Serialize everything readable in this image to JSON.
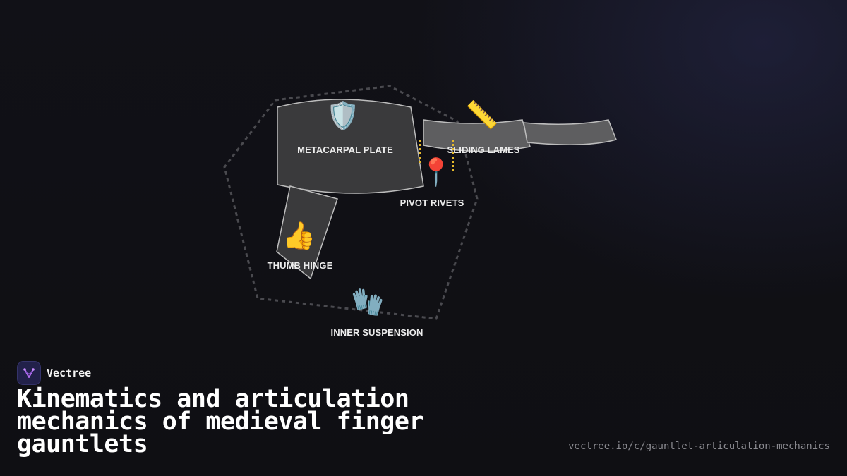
{
  "diagram": {
    "parts": [
      {
        "id": "metacarpal",
        "label": "METACARPAL PLATE",
        "icon": "shield-icon",
        "glyph": "🛡️"
      },
      {
        "id": "lames",
        "label": "SLIDING LAMES",
        "icon": "ruler-icon",
        "glyph": "📏"
      },
      {
        "id": "rivets",
        "label": "PIVOT RIVETS",
        "icon": "pushpin-icon",
        "glyph": "📍"
      },
      {
        "id": "thumb",
        "label": "THUMB HINGE",
        "icon": "thumbs-up-icon",
        "glyph": "👍"
      },
      {
        "id": "suspension",
        "label": "INNER SUSPENSION",
        "icon": "gloves-icon",
        "glyph": "🧤"
      }
    ],
    "colors": {
      "plate_fill": "#3a3a3c",
      "plate_stroke": "#bdbdbd",
      "lame_fill": "#5e5e60",
      "rivet_line": "#e5b92c",
      "outline": "#4a4a4f"
    }
  },
  "brand": {
    "name": "Vectree",
    "logo_icon": "vectree-logo-icon"
  },
  "title": "Kinematics and articulation mechanics of medieval finger gauntlets",
  "url": "vectree.io/c/gauntlet-articulation-mechanics"
}
